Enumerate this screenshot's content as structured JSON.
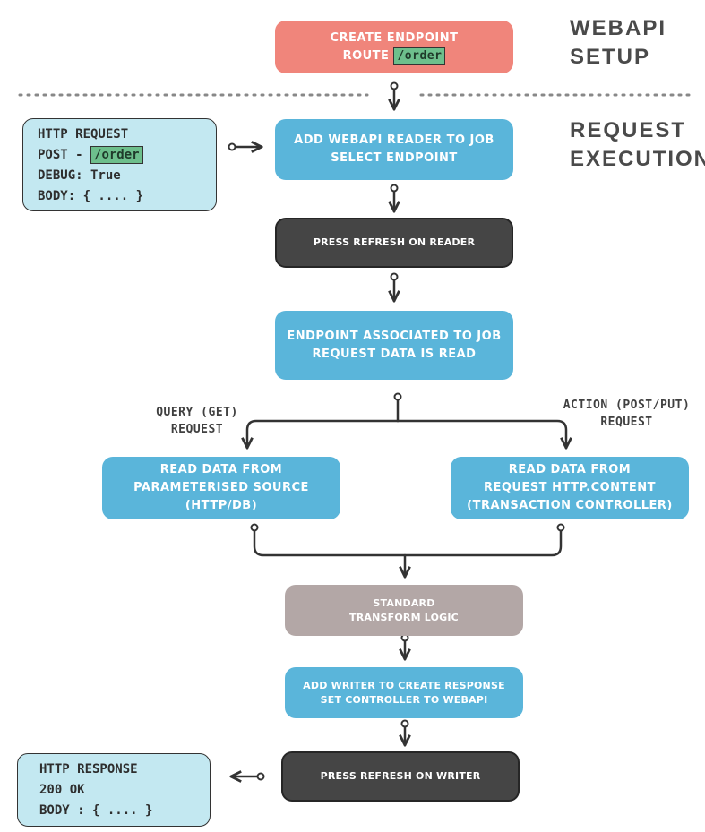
{
  "headings": {
    "setup": [
      "WEBAPI",
      "SETUP"
    ],
    "execution": [
      "REQUEST",
      "EXECUTION"
    ]
  },
  "nodes": {
    "create_endpoint": {
      "line1": "CREATE ENDPOINT",
      "line2_prefix": "ROUTE",
      "route": "/order"
    },
    "add_reader": [
      "ADD WEBAPI READER TO JOB",
      "SELECT ENDPOINT"
    ],
    "refresh_reader": [
      "PRESS REFRESH ON READER"
    ],
    "endpoint_associated": [
      "ENDPOINT ASSOCIATED TO JOB",
      "REQUEST DATA IS READ"
    ],
    "read_param": [
      "READ DATA FROM",
      "PARAMETERISED SOURCE",
      "(HTTP/DB)"
    ],
    "read_http": [
      "READ DATA FROM",
      "REQUEST HTTP.CONTENT",
      "(TRANSACTION CONTROLLER)"
    ],
    "transform": [
      "STANDARD",
      "TRANSFORM LOGIC"
    ],
    "add_writer": [
      "ADD WRITER TO CREATE RESPONSE",
      "SET CONTROLLER TO WEBAPI"
    ],
    "refresh_writer": [
      "PRESS REFRESH ON WRITER"
    ]
  },
  "edge_labels": {
    "query": [
      "QUERY (GET)",
      "REQUEST"
    ],
    "action": [
      "ACTION (POST/PUT)",
      "REQUEST"
    ]
  },
  "http_request": {
    "line1": "HTTP REQUEST",
    "method": "POST -",
    "route": "/order",
    "line3": "DEBUG: True",
    "line4": "BODY: { .... }"
  },
  "http_response": {
    "line1": "HTTP RESPONSE",
    "line2": "200 OK",
    "line3": "BODY : { .... }"
  },
  "colors": {
    "salmon": "#f0857b",
    "blue": "#5ab5da",
    "dark": "#454545",
    "grey": "#b3a7a6",
    "highlight": "#6dbf8c",
    "note": "#c3e8f1"
  }
}
